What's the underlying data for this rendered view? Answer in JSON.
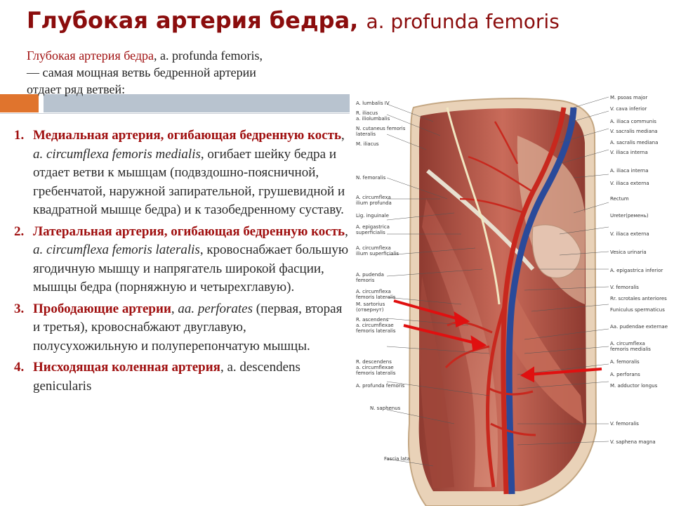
{
  "title": {
    "main": "Глубокая артерия бедра",
    "sep": ", ",
    "latin": "a. profunda femoris"
  },
  "intro": {
    "name": "Глубокая артерия бедра",
    "rest_1": ", a. profunda femoris,",
    "rest_2": "— самая мощная ветвь бедренной артерии",
    "rest_3": "отдает ряд ветвей:"
  },
  "items": [
    {
      "num": "1.",
      "name": "Медиальная артерия, огибающая бедренную кость",
      "latin_prefix": ", ",
      "latin": "a. circumflexa femoris medialis",
      "desc": ", огибает шейку бедра и отдает ветви к мышцам (подвздошно-поясничной, гребенчатой, наружной запирательной, грушевидной и квадратной мышце бедра) и к тазобедренному суставу."
    },
    {
      "num": "2.",
      "name": "Латеральная артерия, огибающая бедренную кость",
      "latin_prefix": ", ",
      "latin": "a. circumflexa femoris lateralis",
      "desc": ", кровоснабжает большую ягодичную мышцу и напрягатель широкой фасции, мышцы бедра (порняжную и четырехглавую)."
    },
    {
      "num": "3.",
      "name": "Прободающие артерии",
      "latin_prefix": ", ",
      "latin": "aa. perforates",
      "desc": " (первая, вторая и третья), кровоснабжают двуглавую, полусухожильную и полуперепончатую мышцы."
    },
    {
      "num": "4.",
      "name": "Нисходящая коленная артерия",
      "latin_prefix": "",
      "latin": "",
      "desc": ", a. descendens genicularis"
    }
  ],
  "figure": {
    "labels_left": [
      "A. lumbalis IV",
      "R. iliacus",
      "a. iliolumbalis",
      "N. cutaneus femoris",
      "lateralis",
      "M. iliacus",
      "N. femoralis",
      "A. circumflexa",
      "ilium profunda",
      "Lig. inguinale",
      "A. epigastrica",
      "superficialis",
      "A. circumflexa",
      "ilium superficialis",
      "A. pudenda",
      "femoris",
      "A. circumflexa",
      "femoris lateralis",
      "M. sartorius",
      "(отвернут)",
      "R. ascendens",
      "a. circumflexae",
      "femoris lateralis",
      "R. descendens",
      "a. circumflexae",
      "femoris lateralis",
      "A. profunda femoris",
      "N. saphenus",
      "Fascia lata"
    ],
    "labels_right": [
      "M. psoas major",
      "V. cava inferior",
      "A. iliaca communis",
      "V. sacralis mediana",
      "A. sacralis mediana",
      "V. iliaca interna",
      "A. iliaca interna",
      "V. iliaca externa",
      "Rectum",
      "Ureter(ремень)",
      "V. iliaca externa",
      "Vesica urinaria",
      "A. epigastrica inferior",
      "V. femoralis",
      "Rr. scrotales anteriores",
      "Funiculus spermaticus",
      "Aa. pudendae externae",
      "A. circumflexa",
      "femoris medialis",
      "A. femoralis",
      "A. perforans",
      "M. adductor longus",
      "V. femoralis",
      "V. saphena magna"
    ],
    "colors": {
      "artery": "#c8281e",
      "vein": "#2a4a9a",
      "muscle": "#b5584a",
      "fascia": "#e3c9a8",
      "arrow": "#e01010"
    }
  }
}
